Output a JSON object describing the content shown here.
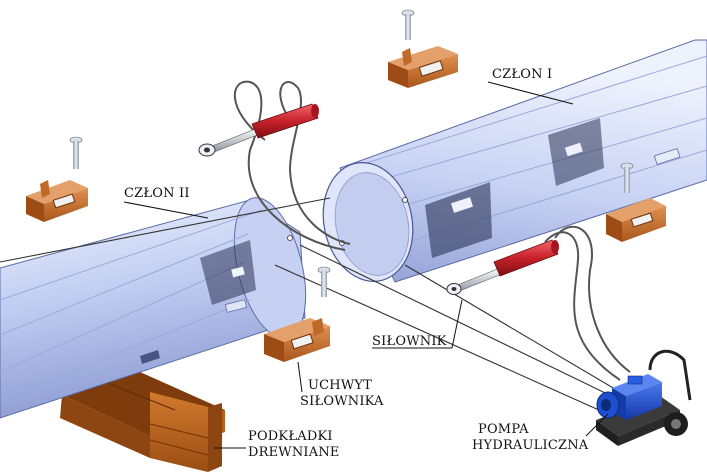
{
  "labels": {
    "segment_1": "CZŁON I",
    "segment_2": "CZŁON II",
    "actuator": "SIŁOWNIK",
    "actuator_holder_line1": "UCHWYT",
    "actuator_holder_line2": "SIŁOWNIKA",
    "wooden_pads_line1": "PODKŁADKI",
    "wooden_pads_line2": "DREWNIANE",
    "hydraulic_pump_line1": "POMPA",
    "hydraulic_pump_line2": "HYDRAULICZNA"
  },
  "colors": {
    "pipe_light": "#dde6fb",
    "pipe_mid": "#b4c3ee",
    "pipe_dark": "#7f8fc9",
    "bracket": "#c8702e",
    "bracket_dark": "#8a4615",
    "wood": "#b8641f",
    "wood_dark": "#6e3408",
    "cylinder_red": "#c8212a",
    "pump_blue": "#1f4fd1",
    "frame_dark": "#2b2b2b",
    "bolt": "#b9c6d6"
  }
}
